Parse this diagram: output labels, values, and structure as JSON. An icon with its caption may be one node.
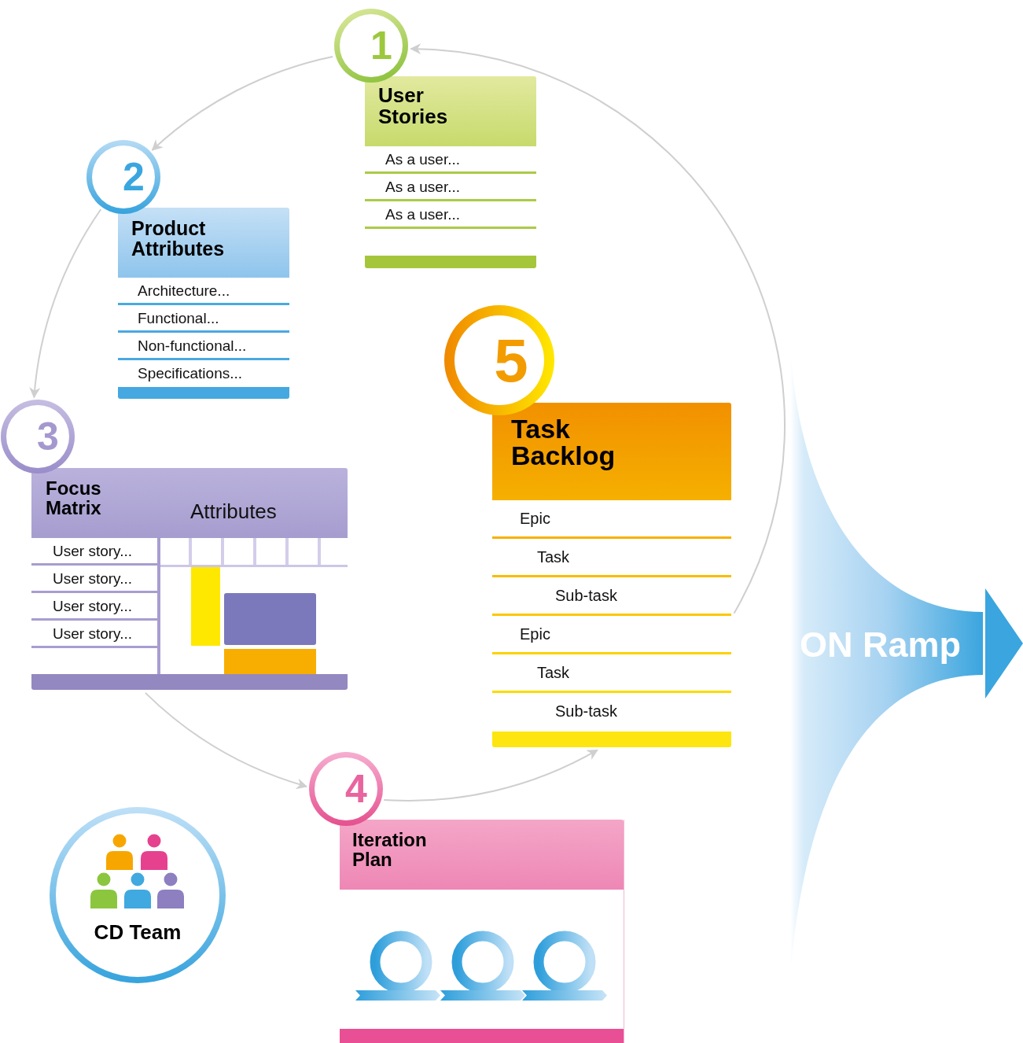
{
  "diagram": {
    "nodes": [
      {
        "text": [
          "1"
        ]
      },
      {
        "text": [
          "User Stories",
          "As a user...",
          "As a user...",
          "As a user..."
        ]
      },
      {
        "text": [
          "2"
        ]
      },
      {
        "text": [
          "Product Attributes",
          "Architecture...",
          "Functional...",
          "Non-functional...",
          "Specifications..."
        ]
      },
      {
        "text": [
          "3"
        ]
      },
      {
        "text": [
          "Focus Matrix",
          "Attributes",
          "User story...",
          "User story...",
          "User story...",
          "User story..."
        ]
      },
      {
        "text": [
          "4"
        ]
      },
      {
        "text": [
          "Iteration Plan"
        ]
      },
      {
        "text": [
          "5"
        ]
      },
      {
        "text": [
          "Task Backlog",
          "Epic",
          "Task",
          "Sub-task",
          "Epic",
          "Task",
          "Sub-task"
        ]
      },
      {
        "text": [
          "CD Team"
        ]
      },
      {
        "text": [
          "ON Ramp"
        ]
      }
    ],
    "edges": [
      {
        "from": 0,
        "to": 2,
        "arrow": "to"
      },
      {
        "from": 2,
        "to": 4,
        "arrow": "to"
      },
      {
        "from": 5,
        "to": 6,
        "arrow": "to"
      },
      {
        "from": 6,
        "to": 9,
        "arrow": "to"
      },
      {
        "from": 9,
        "to": 0,
        "arrow": "to"
      }
    ]
  }
}
